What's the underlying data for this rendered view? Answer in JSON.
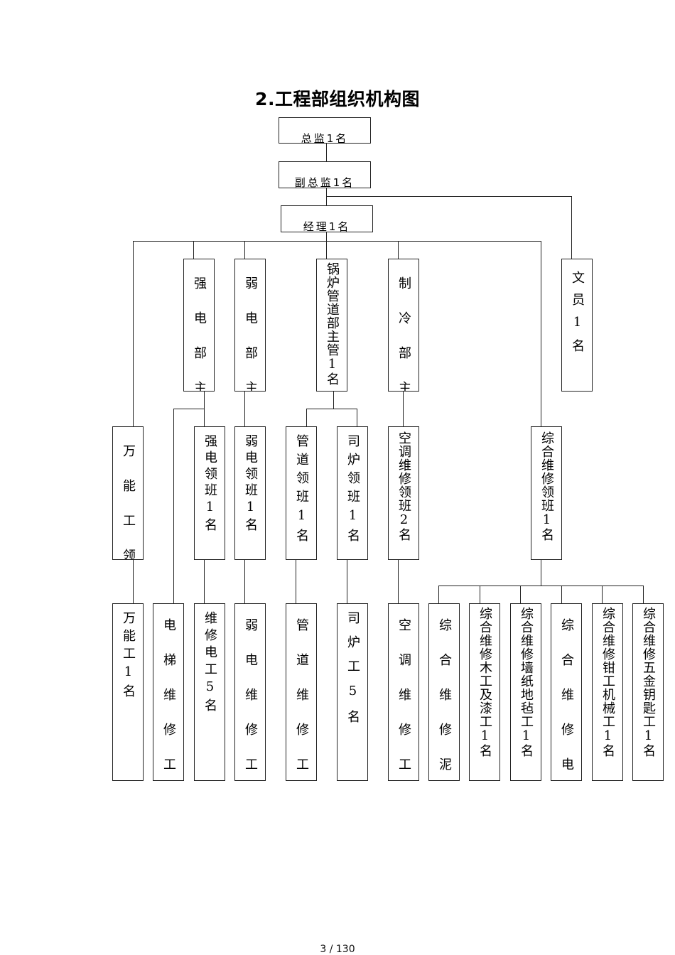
{
  "title": "2.工程部组织机构图",
  "levels": {
    "director": "总监1名",
    "deputy_director": "副总监1名",
    "manager": "经理1名"
  },
  "departments": {
    "strong_electric": "强电部主",
    "weak_electric": "弱电部主",
    "boiler_pipeline": "锅炉管道部主管1名",
    "refrigeration": "制冷部主",
    "clerk": "文员1名"
  },
  "team_leaders": {
    "handyman_lead": "万能工领",
    "strong_electric_lead": "强电领班1名",
    "weak_electric_lead": "弱电领班1名",
    "pipeline_lead": "管道领班1名",
    "boiler_lead": "司炉领班1名",
    "ac_lead": "空调维修领班2名",
    "general_lead": "综合维修领班1名"
  },
  "workers": [
    {
      "id": "handyman",
      "label": "万能工1名"
    },
    {
      "id": "elevator",
      "label": "电梯维修工"
    },
    {
      "id": "electrician",
      "label": "维修电工5名"
    },
    {
      "id": "weak-electric",
      "label": "弱电维修工"
    },
    {
      "id": "pipeline",
      "label": "管道维修工"
    },
    {
      "id": "boiler",
      "label": "司炉工5名"
    },
    {
      "id": "ac",
      "label": "空调维修工"
    },
    {
      "id": "mason",
      "label": "综合维修泥"
    },
    {
      "id": "carpenter",
      "label": "综合维修木工及漆工1名"
    },
    {
      "id": "wallpaper",
      "label": "综合维修墙纸地毡工1名"
    },
    {
      "id": "general-electric",
      "label": "综合维修电"
    },
    {
      "id": "fitter",
      "label": "综合维修钳工机械工1名"
    },
    {
      "id": "hardware",
      "label": "综合维修五金钥匙工1名"
    }
  ],
  "footer": {
    "page_indicator": "3 / 130"
  }
}
